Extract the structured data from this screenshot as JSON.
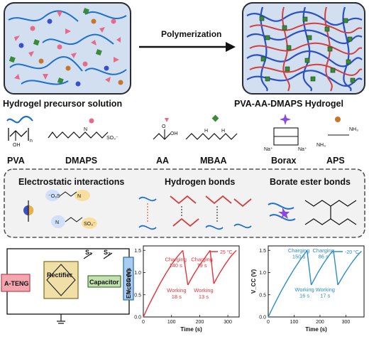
{
  "top": {
    "left_caption": "Hydrogel precursor solution",
    "arrow_label": "Polymerization",
    "right_caption": "PVA-AA-DMAPS Hydrogel"
  },
  "molecules": [
    {
      "name": "PVA",
      "marker_color": "#1f6fd0",
      "marker": "wavy-line-icon",
      "subscript": "n",
      "oh": "OH"
    },
    {
      "name": "DMAPS",
      "marker_color": "#e86a8a",
      "marker": "circle-icon",
      "so3": "SO₃⁻"
    },
    {
      "name": "AA",
      "marker_color": "#e86a8a",
      "marker": "triangle-icon",
      "o": "O",
      "oh": "OH"
    },
    {
      "name": "MBAA",
      "marker_color": "#3a8a3a",
      "marker": "diamond-icon",
      "h": "H"
    },
    {
      "name": "Borax",
      "marker_color": "#8a4ae0",
      "marker": "star-icon",
      "na": "Na⁺"
    },
    {
      "name": "APS",
      "marker_color": "#c8742a",
      "marker": "circle-icon",
      "nh3": "NH₃"
    }
  ],
  "interactions": {
    "electrostatic": "Electrostatic interactions",
    "hydrogen": "Hydrogen bonds",
    "borate": "Borate ester bonds",
    "so3": "SO₃⁻",
    "o3s": "⁻O₃S",
    "n": "N"
  },
  "circuit": {
    "teng": "A-TENG",
    "rectifier": "Rectifier",
    "capacitor": "Capacitor",
    "electronics": "Electronics",
    "s1": "S₁",
    "s2": "S₂"
  },
  "chart_data": [
    {
      "type": "line",
      "legend": "25 °C",
      "color": "#e8333a",
      "xlabel": "Time (s)",
      "ylabel": "V_CC (V)",
      "xlim": [
        0,
        340
      ],
      "ylim": [
        0,
        1.6
      ],
      "xticks": [
        0,
        100,
        200,
        300
      ],
      "yticks": [
        0.0,
        0.5,
        1.0,
        1.5
      ],
      "segments": [
        {
          "x": [
            0,
            20,
            40,
            60,
            80,
            100,
            120,
            140
          ],
          "y": [
            0,
            0.27,
            0.52,
            0.76,
            0.98,
            1.18,
            1.35,
            1.5
          ]
        },
        {
          "x": [
            140,
            158
          ],
          "y": [
            1.5,
            0.72
          ]
        },
        {
          "x": [
            158,
            178,
            198,
            218,
            237
          ],
          "y": [
            0.72,
            0.95,
            1.15,
            1.33,
            1.5
          ]
        },
        {
          "x": [
            237,
            250
          ],
          "y": [
            1.5,
            0.75
          ]
        },
        {
          "x": [
            250,
            270,
            290,
            310,
            330
          ],
          "y": [
            0.75,
            0.98,
            1.18,
            1.36,
            1.5
          ]
        }
      ],
      "annotations": [
        {
          "text": "Charging",
          "x": 115,
          "y": 1.26
        },
        {
          "text": "140 s",
          "x": 115,
          "y": 1.12
        },
        {
          "text": "Charging",
          "x": 208,
          "y": 1.26
        },
        {
          "text": "79 s",
          "x": 208,
          "y": 1.12
        },
        {
          "text": "Working",
          "x": 118,
          "y": 0.56
        },
        {
          "text": "18 s",
          "x": 118,
          "y": 0.42
        },
        {
          "text": "Working",
          "x": 214,
          "y": 0.56
        },
        {
          "text": "13 s",
          "x": 214,
          "y": 0.42
        }
      ]
    },
    {
      "type": "line",
      "legend": "-20 °C",
      "color": "#2a8ec8",
      "xlabel": "Time (s)",
      "ylabel": "V_CC (V)",
      "xlim": [
        0,
        370
      ],
      "ylim": [
        0,
        1.6
      ],
      "xticks": [
        0,
        100,
        200,
        300
      ],
      "yticks": [
        0.0,
        0.5,
        1.0,
        1.5
      ],
      "segments": [
        {
          "x": [
            0,
            25,
            50,
            75,
            100,
            125,
            150
          ],
          "y": [
            0,
            0.3,
            0.58,
            0.84,
            1.08,
            1.3,
            1.5
          ]
        },
        {
          "x": [
            150,
            166
          ],
          "y": [
            1.5,
            0.72
          ]
        },
        {
          "x": [
            166,
            190,
            214,
            238,
            252
          ],
          "y": [
            0.72,
            0.98,
            1.21,
            1.41,
            1.5
          ]
        },
        {
          "x": [
            252,
            269
          ],
          "y": [
            1.5,
            0.72
          ]
        },
        {
          "x": [
            269,
            295,
            320,
            345,
            360
          ],
          "y": [
            0.72,
            0.98,
            1.2,
            1.39,
            1.48
          ]
        }
      ],
      "annotations": [
        {
          "text": "Charging",
          "x": 118,
          "y": 1.46
        },
        {
          "text": "150 s",
          "x": 118,
          "y": 1.32
        },
        {
          "text": "Charging",
          "x": 213,
          "y": 1.46
        },
        {
          "text": "86 s",
          "x": 213,
          "y": 1.32
        },
        {
          "text": "Working",
          "x": 140,
          "y": 0.58
        },
        {
          "text": "16 s",
          "x": 140,
          "y": 0.44
        },
        {
          "text": "Working",
          "x": 220,
          "y": 0.58
        },
        {
          "text": "17 s",
          "x": 220,
          "y": 0.44
        }
      ]
    }
  ]
}
